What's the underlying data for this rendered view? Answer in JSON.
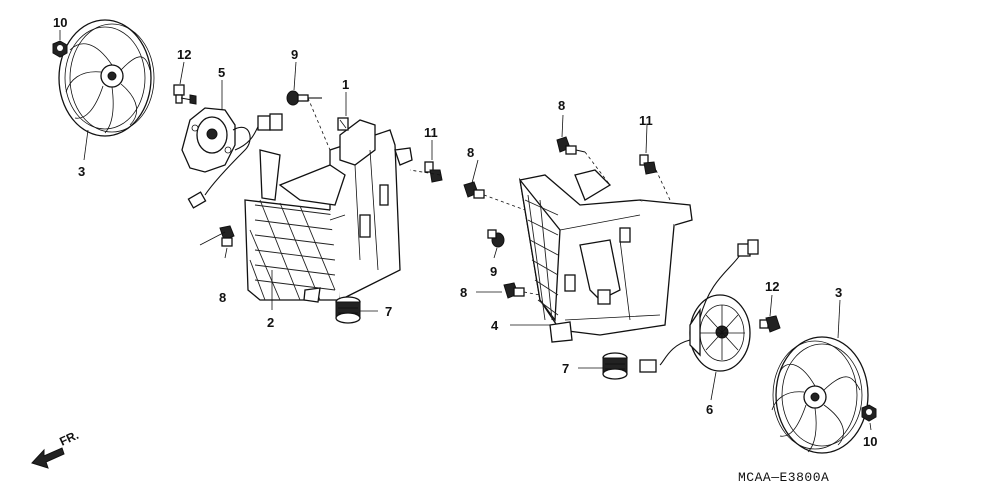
{
  "diagram": {
    "code": "MCAA—E3800A",
    "fr_label": "FR.",
    "callouts": {
      "c10_left": "10",
      "c3_left": "3",
      "c12_left": "12",
      "c5": "5",
      "c9_top": "9",
      "c1": "1",
      "c11_left": "11",
      "c8_left": "8",
      "c2": "2",
      "c7_left": "7",
      "c8_mid_top": "8",
      "c9_mid": "9",
      "c8_mid_bottom": "8",
      "c4": "4",
      "c7_right": "7",
      "c8_right_top": "8",
      "c11_right": "11",
      "c12_right": "12",
      "c3_right": "3",
      "c6": "6",
      "c10_right": "10"
    }
  }
}
